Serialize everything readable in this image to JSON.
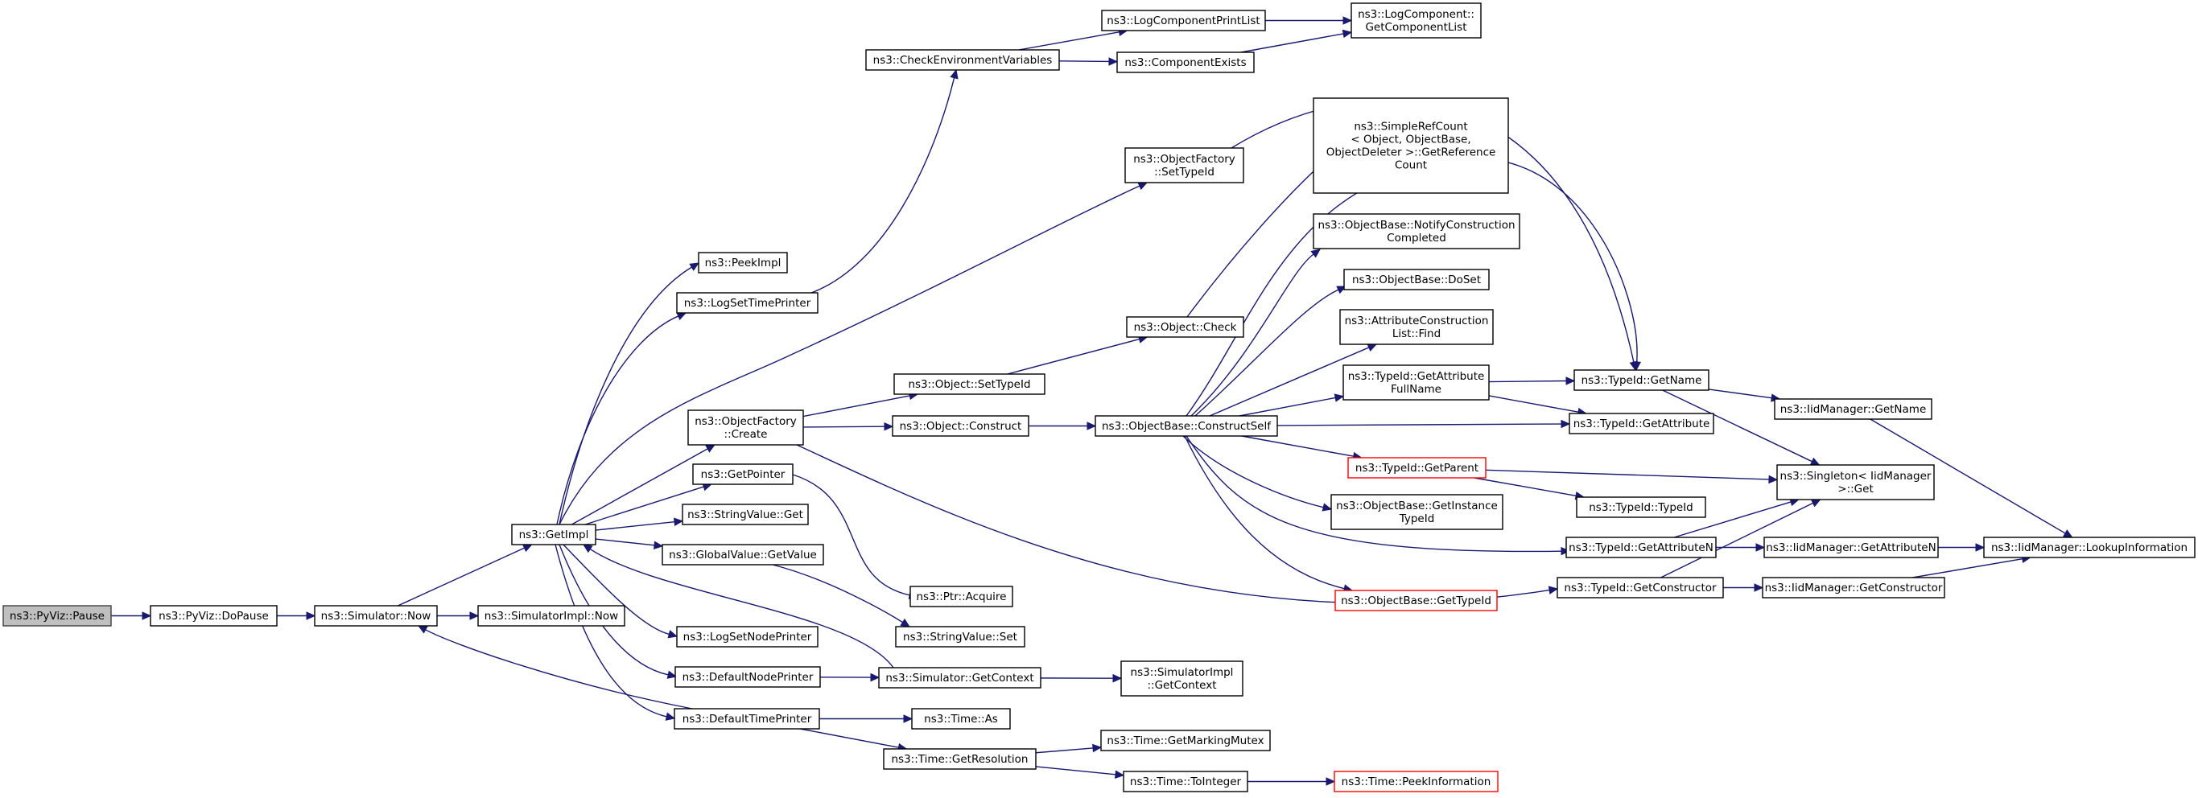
{
  "graph": {
    "edge_color": "#191970",
    "truncated_border_color": "#ff0000",
    "current_fill": "#bfbfbf",
    "nodes": [
      {
        "id": "pause",
        "lines": [
          "ns3::PyViz::Pause"
        ],
        "style": "current"
      },
      {
        "id": "dopause",
        "lines": [
          "ns3::PyViz::DoPause"
        ]
      },
      {
        "id": "sim_now",
        "lines": [
          "ns3::Simulator::Now"
        ]
      },
      {
        "id": "simimpl_now",
        "lines": [
          "ns3::SimulatorImpl::Now"
        ]
      },
      {
        "id": "getimpl",
        "lines": [
          "ns3::GetImpl"
        ]
      },
      {
        "id": "peekimpl",
        "lines": [
          "ns3::PeekImpl"
        ]
      },
      {
        "id": "logsettimeprinter",
        "lines": [
          "ns3::LogSetTimePrinter"
        ]
      },
      {
        "id": "checkenv",
        "lines": [
          "ns3::CheckEnvironmentVariables"
        ]
      },
      {
        "id": "logcompprintlist",
        "lines": [
          "ns3::LogComponentPrintList"
        ]
      },
      {
        "id": "getcomplist",
        "lines": [
          "ns3::LogComponent::",
          "GetComponentList"
        ]
      },
      {
        "id": "compexists",
        "lines": [
          "ns3::ComponentExists"
        ]
      },
      {
        "id": "objfactory_create",
        "lines": [
          "ns3::ObjectFactory",
          "::Create"
        ]
      },
      {
        "id": "objfactory_settypeid",
        "lines": [
          "ns3::ObjectFactory",
          "::SetTypeId"
        ]
      },
      {
        "id": "object_settypeid",
        "lines": [
          "ns3::Object::SetTypeId"
        ]
      },
      {
        "id": "object_construct",
        "lines": [
          "ns3::Object::Construct"
        ]
      },
      {
        "id": "object_check",
        "lines": [
          "ns3::Object::Check"
        ]
      },
      {
        "id": "simplerefcount",
        "lines": [
          "ns3::SimpleRefCount",
          "< Object, ObjectBase,",
          "ObjectDeleter >::GetReference",
          "Count"
        ]
      },
      {
        "id": "constructself",
        "lines": [
          "ns3::ObjectBase::ConstructSelf"
        ]
      },
      {
        "id": "notifyconstruction",
        "lines": [
          "ns3::ObjectBase::NotifyConstruction",
          "Completed"
        ]
      },
      {
        "id": "doset",
        "lines": [
          "ns3::ObjectBase::DoSet"
        ]
      },
      {
        "id": "attrconstructlist",
        "lines": [
          "ns3::AttributeConstruction",
          "List::Find"
        ]
      },
      {
        "id": "getattrfullname",
        "lines": [
          "ns3::TypeId::GetAttribute",
          "FullName"
        ]
      },
      {
        "id": "typeid_getname",
        "lines": [
          "ns3::TypeId::GetName"
        ]
      },
      {
        "id": "typeid_getattribute",
        "lines": [
          "ns3::TypeId::GetAttribute"
        ]
      },
      {
        "id": "iid_getname",
        "lines": [
          "ns3::IidManager::GetName"
        ]
      },
      {
        "id": "typeid_getparent",
        "lines": [
          "ns3::TypeId::GetParent"
        ],
        "style": "truncated"
      },
      {
        "id": "singleton_get",
        "lines": [
          "ns3::Singleton< IidManager",
          ">::Get"
        ]
      },
      {
        "id": "typeid_typeid",
        "lines": [
          "ns3::TypeId::TypeId"
        ]
      },
      {
        "id": "getinstancetypeid",
        "lines": [
          "ns3::ObjectBase::GetInstance",
          "TypeId"
        ]
      },
      {
        "id": "typeid_getattributen",
        "lines": [
          "ns3::TypeId::GetAttributeN"
        ]
      },
      {
        "id": "iid_getattributen",
        "lines": [
          "ns3::IidManager::GetAttributeN"
        ]
      },
      {
        "id": "iid_lookup",
        "lines": [
          "ns3::IidManager::LookupInformation"
        ]
      },
      {
        "id": "objectbase_gettypeid",
        "lines": [
          "ns3::ObjectBase::GetTypeId"
        ],
        "style": "truncated"
      },
      {
        "id": "typeid_getconstructor",
        "lines": [
          "ns3::TypeId::GetConstructor"
        ]
      },
      {
        "id": "iid_getconstructor",
        "lines": [
          "ns3::IidManager::GetConstructor"
        ]
      },
      {
        "id": "getpointer",
        "lines": [
          "ns3::GetPointer"
        ]
      },
      {
        "id": "ptr_acquire",
        "lines": [
          "ns3::Ptr::Acquire"
        ]
      },
      {
        "id": "stringvalue_get",
        "lines": [
          "ns3::StringValue::Get"
        ]
      },
      {
        "id": "globalvalue_getvalue",
        "lines": [
          "ns3::GlobalValue::GetValue"
        ]
      },
      {
        "id": "stringvalue_set",
        "lines": [
          "ns3::StringValue::Set"
        ]
      },
      {
        "id": "logsetnodeprinter",
        "lines": [
          "ns3::LogSetNodePrinter"
        ]
      },
      {
        "id": "defaultnodeprinter",
        "lines": [
          "ns3::DefaultNodePrinter"
        ]
      },
      {
        "id": "sim_getcontext",
        "lines": [
          "ns3::Simulator::GetContext"
        ]
      },
      {
        "id": "simimpl_getcontext",
        "lines": [
          "ns3::SimulatorImpl",
          "::GetContext"
        ]
      },
      {
        "id": "defaulttimeprinter",
        "lines": [
          "ns3::DefaultTimePrinter"
        ]
      },
      {
        "id": "time_as",
        "lines": [
          "ns3::Time::As"
        ]
      },
      {
        "id": "time_getresolution",
        "lines": [
          "ns3::Time::GetResolution"
        ]
      },
      {
        "id": "time_getmarkingmutex",
        "lines": [
          "ns3::Time::GetMarkingMutex"
        ]
      },
      {
        "id": "time_tointeger",
        "lines": [
          "ns3::Time::ToInteger"
        ]
      },
      {
        "id": "time_peekinformation",
        "lines": [
          "ns3::Time::PeekInformation"
        ],
        "style": "truncated"
      }
    ],
    "edges": [
      [
        "pause",
        "dopause"
      ],
      [
        "dopause",
        "sim_now"
      ],
      [
        "sim_now",
        "simimpl_now"
      ],
      [
        "sim_now",
        "getimpl"
      ],
      [
        "getimpl",
        "peekimpl"
      ],
      [
        "getimpl",
        "logsettimeprinter"
      ],
      [
        "getimpl",
        "objfactory_create"
      ],
      [
        "getimpl",
        "objfactory_settypeid"
      ],
      [
        "getimpl",
        "getpointer"
      ],
      [
        "getimpl",
        "stringvalue_get"
      ],
      [
        "getimpl",
        "globalvalue_getvalue"
      ],
      [
        "getimpl",
        "logsetnodeprinter"
      ],
      [
        "getimpl",
        "defaultnodeprinter"
      ],
      [
        "getimpl",
        "defaulttimeprinter"
      ],
      [
        "logsettimeprinter",
        "checkenv"
      ],
      [
        "checkenv",
        "logcompprintlist"
      ],
      [
        "checkenv",
        "compexists"
      ],
      [
        "logcompprintlist",
        "getcomplist"
      ],
      [
        "compexists",
        "getcomplist"
      ],
      [
        "objfactory_create",
        "object_settypeid"
      ],
      [
        "objfactory_create",
        "object_construct"
      ],
      [
        "objfactory_create",
        "typeid_getconstructor"
      ],
      [
        "objfactory_settypeid",
        "typeid_getname"
      ],
      [
        "object_settypeid",
        "object_check"
      ],
      [
        "object_check",
        "simplerefcount"
      ],
      [
        "object_construct",
        "constructself"
      ],
      [
        "constructself",
        "notifyconstruction"
      ],
      [
        "constructself",
        "doset"
      ],
      [
        "constructself",
        "attrconstructlist"
      ],
      [
        "constructself",
        "getattrfullname"
      ],
      [
        "constructself",
        "typeid_getname"
      ],
      [
        "constructself",
        "typeid_getattribute"
      ],
      [
        "constructself",
        "typeid_getparent"
      ],
      [
        "constructself",
        "getinstancetypeid"
      ],
      [
        "constructself",
        "typeid_getattributen"
      ],
      [
        "constructself",
        "objectbase_gettypeid"
      ],
      [
        "getattrfullname",
        "typeid_getname"
      ],
      [
        "getattrfullname",
        "typeid_getattribute"
      ],
      [
        "typeid_getname",
        "iid_getname"
      ],
      [
        "typeid_getname",
        "singleton_get"
      ],
      [
        "iid_getname",
        "iid_lookup"
      ],
      [
        "typeid_getparent",
        "singleton_get"
      ],
      [
        "typeid_getparent",
        "typeid_typeid"
      ],
      [
        "typeid_getattributen",
        "singleton_get"
      ],
      [
        "typeid_getattributen",
        "iid_getattributen"
      ],
      [
        "iid_getattributen",
        "iid_lookup"
      ],
      [
        "typeid_getconstructor",
        "singleton_get"
      ],
      [
        "typeid_getconstructor",
        "iid_getconstructor"
      ],
      [
        "iid_getconstructor",
        "iid_lookup"
      ],
      [
        "getpointer",
        "ptr_acquire"
      ],
      [
        "globalvalue_getvalue",
        "stringvalue_set"
      ],
      [
        "defaultnodeprinter",
        "sim_getcontext"
      ],
      [
        "sim_getcontext",
        "simimpl_getcontext"
      ],
      [
        "sim_getcontext",
        "getimpl"
      ],
      [
        "defaulttimeprinter",
        "sim_now"
      ],
      [
        "defaulttimeprinter",
        "time_as"
      ],
      [
        "defaulttimeprinter",
        "time_getresolution"
      ],
      [
        "time_getresolution",
        "time_getmarkingmutex"
      ],
      [
        "time_getresolution",
        "time_tointeger"
      ],
      [
        "time_tointeger",
        "time_peekinformation"
      ]
    ]
  }
}
